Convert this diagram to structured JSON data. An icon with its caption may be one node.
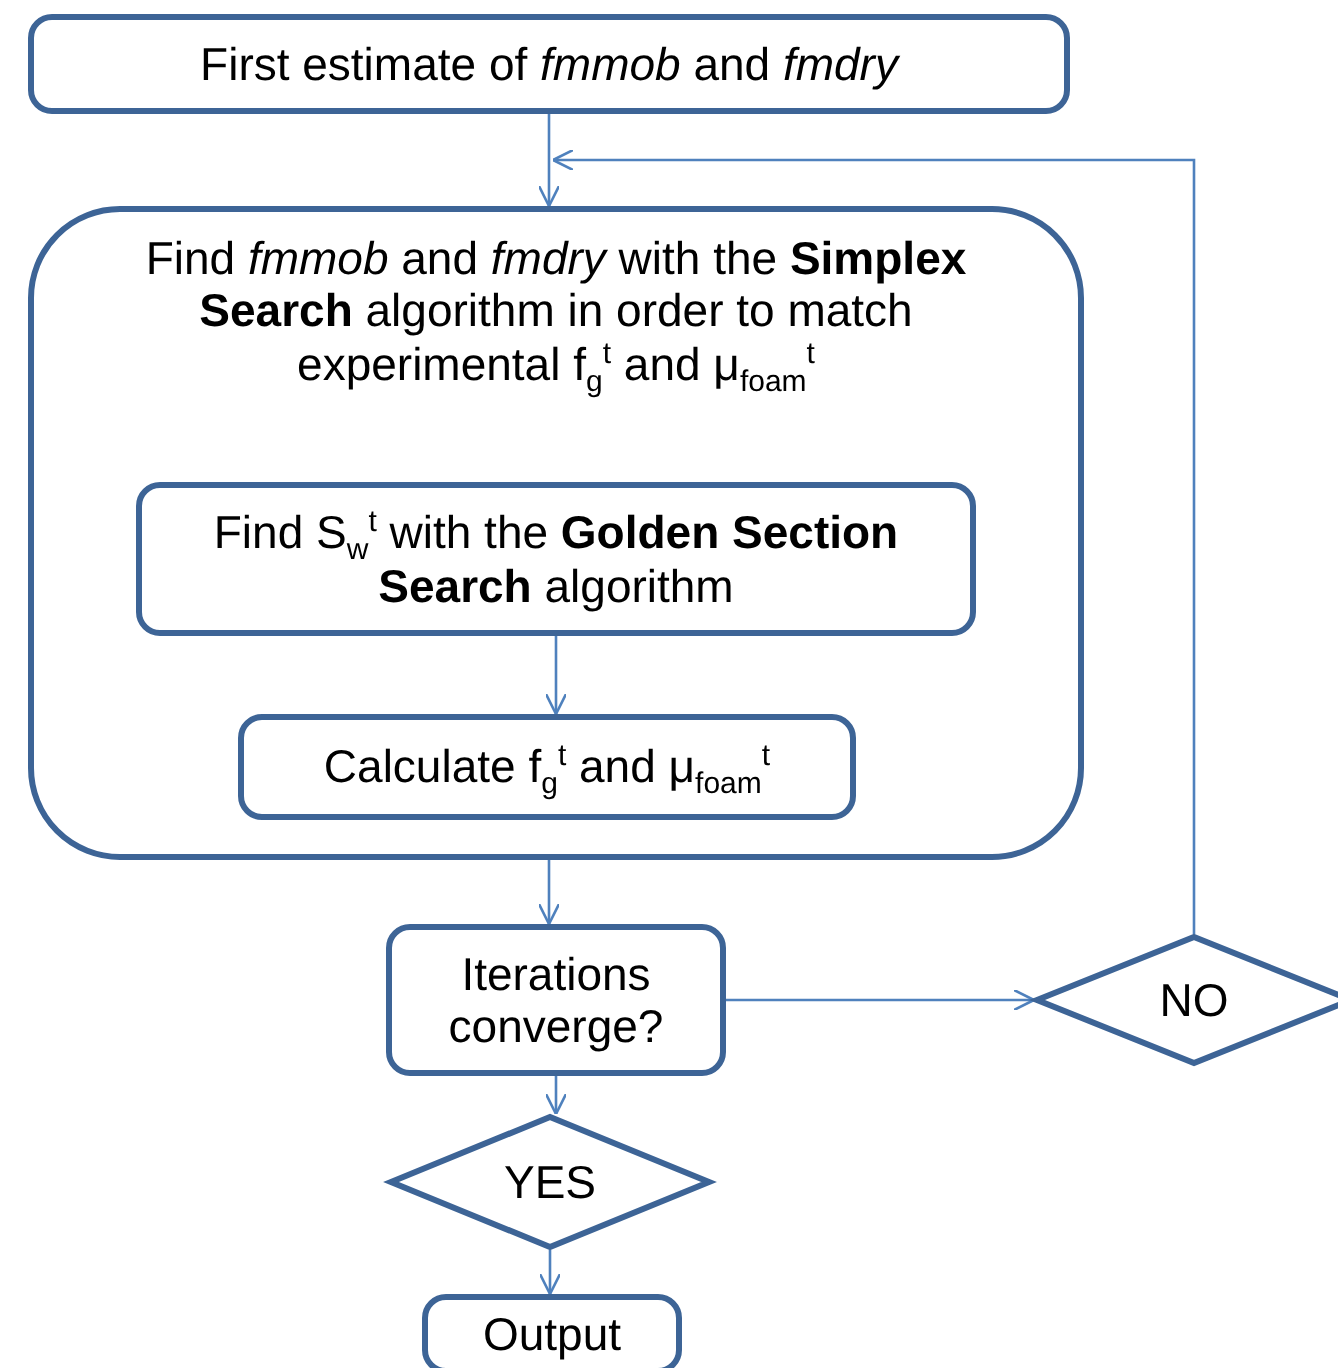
{
  "diagram": {
    "nodes": [
      {
        "text": [
          "First estimate of *fmmob* and *fmdry*"
        ]
      },
      {
        "text": [
          "Find *fmmob* and *fmdry* with the **Simplex Search** algorithm in order to match experimental f$_{g}$$^{t}$ and μ$_{foam}$$^{t}$"
        ]
      },
      {
        "text": [
          "Find S$_{w}$$^{t}$ with the **Golden Section Search** algorithm"
        ],
        "in": 1
      },
      {
        "text": [
          "Calculate f$_{g}$$^{t}$ and μ$_{foam}$$^{t}$"
        ],
        "in": 1
      },
      {
        "text": [
          "Iterations converge?"
        ]
      },
      {
        "text": [
          "YES"
        ]
      },
      {
        "text": [
          "Output"
        ]
      },
      {
        "text": [
          "NO"
        ]
      }
    ],
    "edges": [
      {
        "from": 0,
        "to": 1,
        "arrow": "to"
      },
      {
        "from": 2,
        "to": 3,
        "arrow": "to"
      },
      {
        "from": 1,
        "to": 4,
        "arrow": "to"
      },
      {
        "from": 4,
        "to": 5,
        "arrow": "to"
      },
      {
        "from": 5,
        "to": 6,
        "arrow": "to"
      },
      {
        "from": 4,
        "to": 7,
        "arrow": "to"
      },
      {
        "from": 7,
        "to": 1,
        "arrow": "to"
      }
    ]
  }
}
